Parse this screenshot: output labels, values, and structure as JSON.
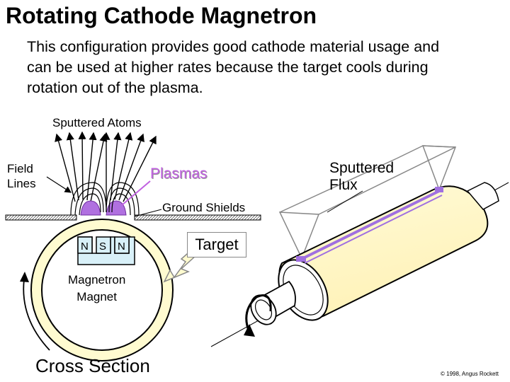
{
  "title": "Rotating Cathode Magnetron",
  "description": [
    "This configuration provides good cathode material usage and",
    "can be used at higher rates because the target cools during",
    "rotation out of the plasma."
  ],
  "labels": {
    "sputtered_atoms": "Sputtered Atoms",
    "field_lines_1": "Field",
    "field_lines_2": "Lines",
    "plasmas": "Plasmas",
    "ground_shields": "Ground Shields",
    "sputtered_flux_1": "Sputtered",
    "sputtered_flux_2": "Flux",
    "target": "Target",
    "magnet_n1": "N",
    "magnet_s": "S",
    "magnet_n2": "N",
    "magnetron_magnet_1": "Magnetron",
    "magnetron_magnet_2": "Magnet",
    "cross_section": "Cross Section",
    "copyright": "© 1998, Angus Rockett"
  },
  "colors": {
    "target_fill": "#fffbd0",
    "magnet_fill": "#d8f0f8",
    "plasma": "#b070e0",
    "flux": "#a070e0",
    "plasma_label": "#c060e0",
    "shield_fill": "#f0f0f0",
    "pointer_fill": "#fffbd0"
  }
}
